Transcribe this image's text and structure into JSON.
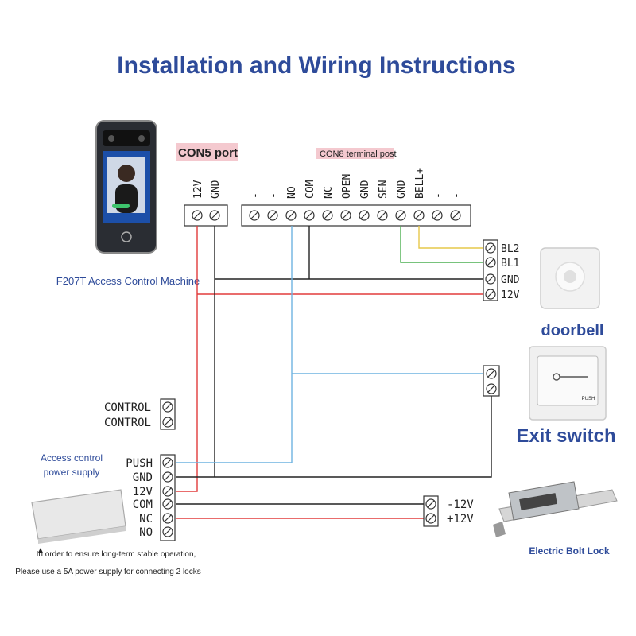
{
  "title": "Installation and Wiring Instructions",
  "device": {
    "caption": "F207T Access Control Machine"
  },
  "con5": {
    "label": "CON5 port",
    "pins": [
      "12V",
      "GND"
    ]
  },
  "con8": {
    "label": "CON8 terminal post",
    "pins": [
      "-",
      "-",
      "NO",
      "COM",
      "NC",
      "OPEN",
      "GND",
      "SEN",
      "GND",
      "BELL+",
      "-",
      "-"
    ]
  },
  "doorbell": {
    "caption": "doorbell",
    "pins": [
      "BL2",
      "BL1",
      "GND",
      "12V"
    ]
  },
  "exit_switch": {
    "caption": "Exit switch",
    "push_text": "PUSH"
  },
  "control_terminals": {
    "pins": [
      "CONTROL",
      "CONTROL"
    ]
  },
  "power_supply": {
    "caption_line1": "Access control",
    "caption_line2": "power supply",
    "pins": [
      "PUSH",
      "GND",
      "12V",
      "COM",
      "NC",
      "NO"
    ],
    "note_line1": "In order to ensure long-term stable operation,",
    "note_line2": "Please use a 5A power supply for connecting 2 locks"
  },
  "lock": {
    "caption": "Electric Bolt Lock",
    "pins": [
      "-12V",
      "+12V"
    ]
  },
  "colors": {
    "title": "#2e4b9a",
    "wire_red": "#e23b3b",
    "wire_black": "#222222",
    "wire_blue": "#6fb3e0",
    "wire_green": "#4caf50",
    "wire_yellow": "#e6c84a",
    "label_highlight": "#f4c9cf"
  }
}
